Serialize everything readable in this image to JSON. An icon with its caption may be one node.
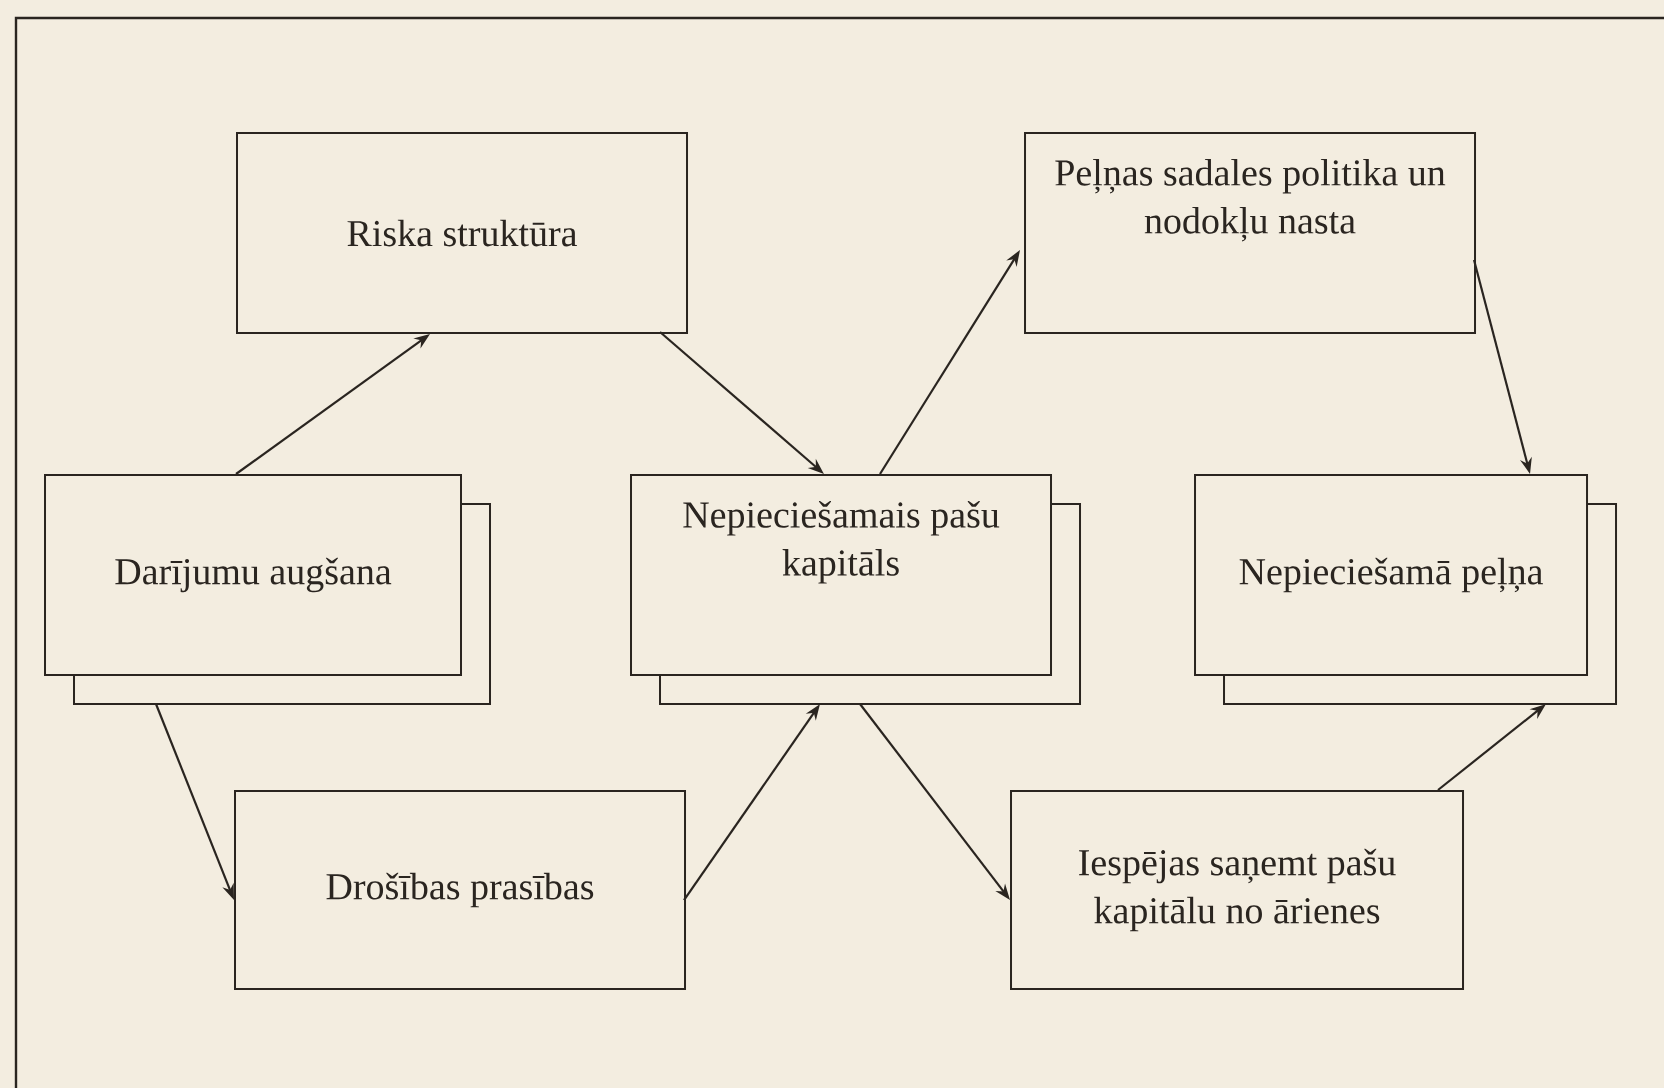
{
  "diagram": {
    "nodes": [
      {
        "text": [
          "Riska struktūra"
        ]
      },
      {
        "text": [
          "Darījumu augšana"
        ]
      },
      {
        "text": [
          "Nepieciešamais pašu kapitāls"
        ]
      },
      {
        "text": [
          "Peļņas sadales politika un nodokļu nasta"
        ]
      },
      {
        "text": [
          "Nepieciešamā peļņa"
        ]
      },
      {
        "text": [
          "Drošības prasības"
        ]
      },
      {
        "text": [
          "Iespējas saņemt pašu kapitālu no ārienes"
        ]
      }
    ],
    "edges": [
      {
        "from": 1,
        "to": 0,
        "arrow": "to"
      },
      {
        "from": 0,
        "to": 2,
        "arrow": "to"
      },
      {
        "from": 2,
        "to": 3,
        "arrow": "to"
      },
      {
        "from": 3,
        "to": 4,
        "arrow": "to"
      },
      {
        "from": 1,
        "to": 5,
        "arrow": "to"
      },
      {
        "from": 5,
        "to": 2,
        "arrow": "to"
      },
      {
        "from": 2,
        "to": 6,
        "arrow": "to"
      },
      {
        "from": 6,
        "to": 4,
        "arrow": "to"
      }
    ]
  }
}
